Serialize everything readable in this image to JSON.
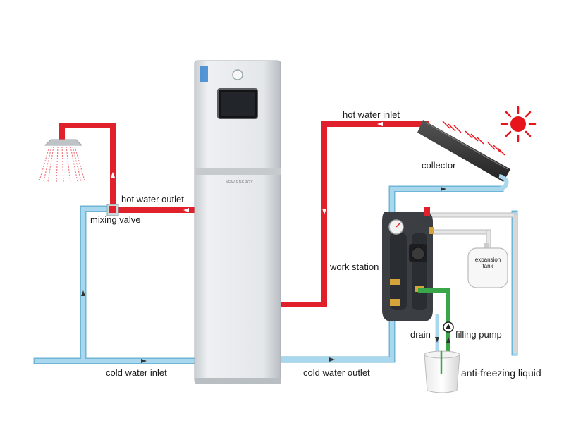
{
  "labels": {
    "hot_water_outlet": "hot water outlet",
    "mixing_valve": "mixing valve",
    "hot_water_inlet": "hot water inlet",
    "collector": "collector",
    "work_station": "work station",
    "expansion_tank_line1": "expansion",
    "expansion_tank_line2": "tank",
    "drain": "drain",
    "filling_pump": "filling pump",
    "cold_water_inlet": "cold water inlet",
    "cold_water_outlet": "cold water outlet",
    "anti_freezing_liquid": "anti-freezing liquid",
    "unit_brand": "NEW ENERGY"
  },
  "colors": {
    "hot_pipe": "#e0202a",
    "cold_pipe": "#a9d8ee",
    "cold_pipe_edge": "#6fb6d6",
    "green_pipe": "#3aa64a",
    "sun": "#e8141c",
    "unit_body": "#e6e8ea",
    "station_body": "#3b3f44"
  },
  "icons": [
    "shower-head-icon",
    "sun-icon",
    "flow-arrow-icon",
    "pump-icon",
    "gauge-icon"
  ]
}
